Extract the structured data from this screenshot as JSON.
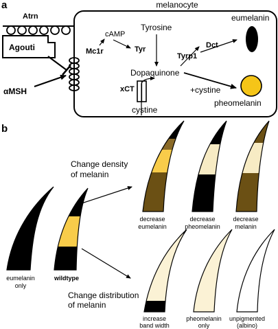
{
  "panel_a": {
    "panel_label": "a",
    "cell_label": "melanocyte",
    "atrn_label": "Atrn",
    "agouti_label": "Agouti",
    "amsh_label": "αMSH",
    "mc1r_label": "Mc1r",
    "camp_label": "cAMP",
    "tyr_label": "Tyr",
    "tyrosine_label": "Tyrosine",
    "dopaquinone_label": "Dopaquinone",
    "tyrp1_label": "Tyrp1",
    "dct_label": "Dct",
    "cystine_plus_label": "+cystine",
    "xct_label": "xCT",
    "cystine_label": "cystine",
    "eumelanin_label": "eumelanin",
    "pheomelanin_label": "pheomelanin",
    "colors": {
      "eumelanin": "#000000",
      "pheomelanin": "#f5c518"
    }
  },
  "panel_b": {
    "panel_label": "b",
    "density_heading_line1": "Change density",
    "density_heading_line2": "of melanin",
    "distribution_heading_line1": "Change distribution",
    "distribution_heading_line2": "of melanin",
    "hairs": {
      "eumelanin_only": {
        "line1": "eumelanin",
        "line2": "only"
      },
      "wildtype": {
        "line1": "wildtype"
      },
      "decrease_eumelanin": {
        "line1": "decrease",
        "line2": "eumelanin"
      },
      "decrease_pheomelanin": {
        "line1": "decrease",
        "line2": "pheomelanin"
      },
      "decrease_melanin": {
        "line1": "decrease",
        "line2": "melanin"
      },
      "increase_band_width": {
        "line1": "increase",
        "line2": "band width"
      },
      "pheomelanin_only": {
        "line1": "pheomelanin",
        "line2": "only"
      },
      "unpigmented": {
        "line1": "unpigmented",
        "line2": "(albino)"
      }
    },
    "colors": {
      "black": "#000000",
      "yellow": "#f8cc4a",
      "light_brown": "#8a6a28",
      "brown": "#6b5014",
      "light_cream": "#f7ebc4",
      "cream": "#fbf2d5",
      "white": "#ffffff"
    }
  }
}
